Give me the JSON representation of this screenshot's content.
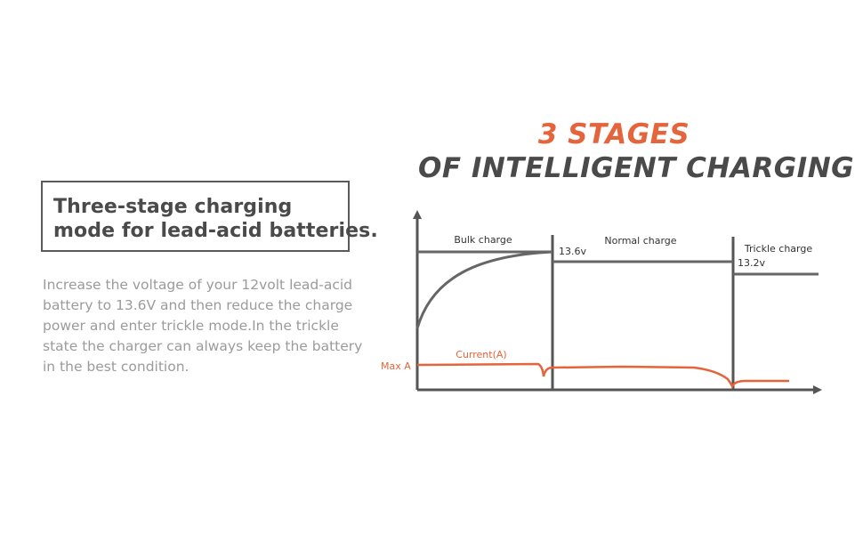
{
  "header": {
    "line1": "3 STAGES",
    "line2": "OF INTELLIGENT CHARGING"
  },
  "title_box": {
    "line1": "Three-stage charging",
    "line2": "mode for lead-acid batteries."
  },
  "description": [
    "Increase the voltage of your 12volt lead-acid",
    "battery to 13.6V and then reduce the charge",
    "power and enter trickle mode.In the trickle",
    "state the charger can always keep the battery",
    "in the best condition."
  ],
  "diagram": {
    "stages": [
      {
        "label": "Bulk charge"
      },
      {
        "label": "Normal charge",
        "voltage": "13.6v"
      },
      {
        "label": "Trickle charge",
        "voltage": "13.2v"
      }
    ],
    "current_label": "Current(A)",
    "max_label": "Max A",
    "colors": {
      "axis": "#555555",
      "voltage_line": "#666666",
      "current_line": "#e4643b",
      "accent": "#e4643b"
    }
  }
}
